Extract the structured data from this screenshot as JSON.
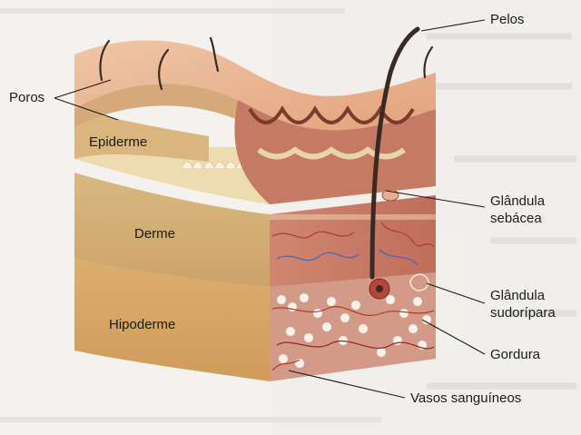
{
  "labels": {
    "poros": "Poros",
    "epiderme": "Epiderme",
    "derme": "Derme",
    "hipoderme": "Hipoderme",
    "pelos": "Pelos",
    "glandula_sebacea_line1": "Glândula",
    "glandula_sebacea_line2": "sebácea",
    "glandula_sudoripara_line1": "Glândula",
    "glandula_sudoripara_line2": "sudorípara",
    "gordura": "Gordura",
    "vasos": "Vasos sanguíneos"
  },
  "colors": {
    "epidermis_top": "#e9b28e",
    "epidermis_band": "#d9b67e",
    "dermis_left": "#d3b077",
    "hypodermis_left": "#d7a864",
    "cross_section": "#c97b68",
    "cream_layer": "#eedcb0",
    "fat_cells": "#f7f3ec",
    "artery": "#b23a2a",
    "vein": "#4a64b0",
    "hair": "#3a2a22"
  }
}
